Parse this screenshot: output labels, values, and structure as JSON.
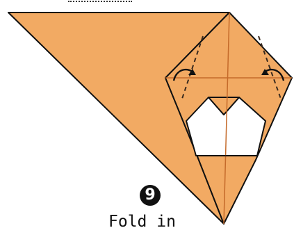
{
  "diagram": {
    "step_number": "9",
    "instruction": "Fold in",
    "colors": {
      "paper": "#f2aa63",
      "paper_reverse": "#ffffff",
      "outline": "#111111",
      "guide_line": "#c46a2a",
      "fold_line": "#3a2a1e",
      "arrow": "#111111"
    },
    "icons": [
      "fold-arrow-left-icon",
      "fold-arrow-right-icon",
      "step-number-badge"
    ]
  }
}
